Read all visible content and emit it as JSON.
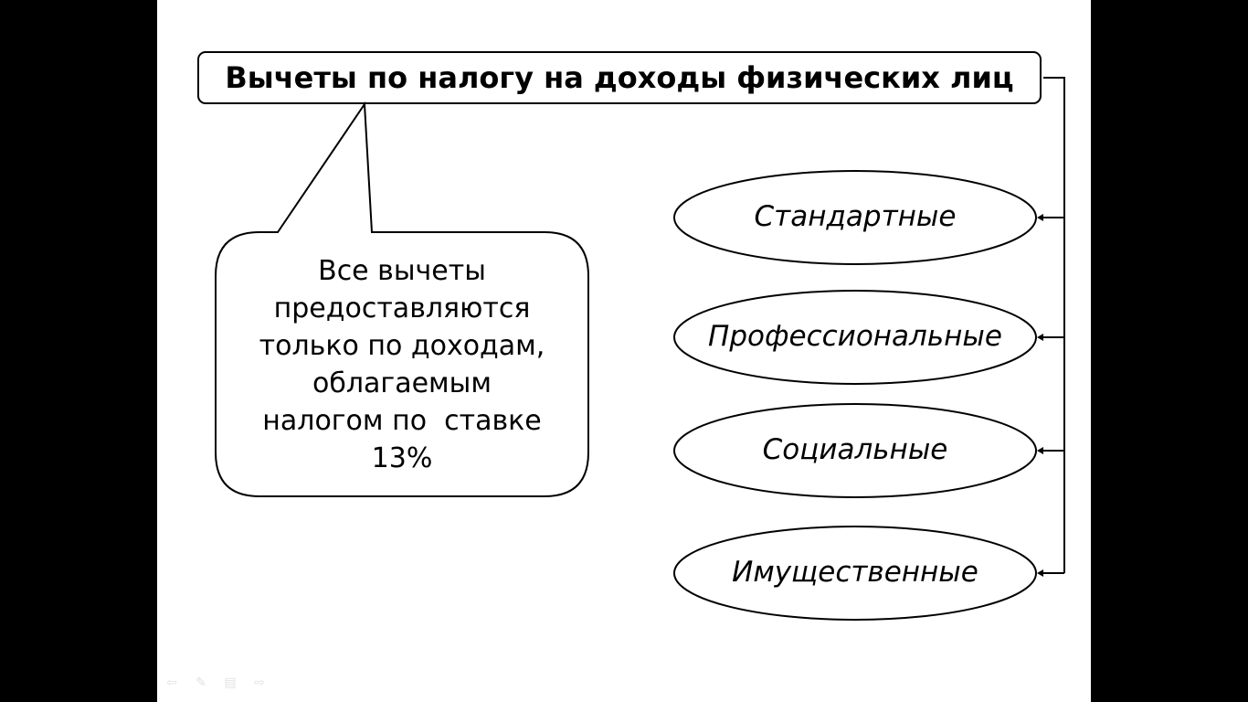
{
  "title": "Вычеты по налогу на доходы физических лиц",
  "callout": {
    "lines": [
      "Все вычеты",
      "предоставляются",
      "только по доходам,",
      "облагаемым",
      "налогом по  ставке",
      "13%"
    ]
  },
  "deduction_types": [
    "Стандартные",
    "Профессиональные",
    "Социальные",
    "Имущественные"
  ],
  "nav_icons": [
    "back-arrow-icon",
    "pen-icon",
    "menu-icon",
    "forward-arrow-icon"
  ]
}
